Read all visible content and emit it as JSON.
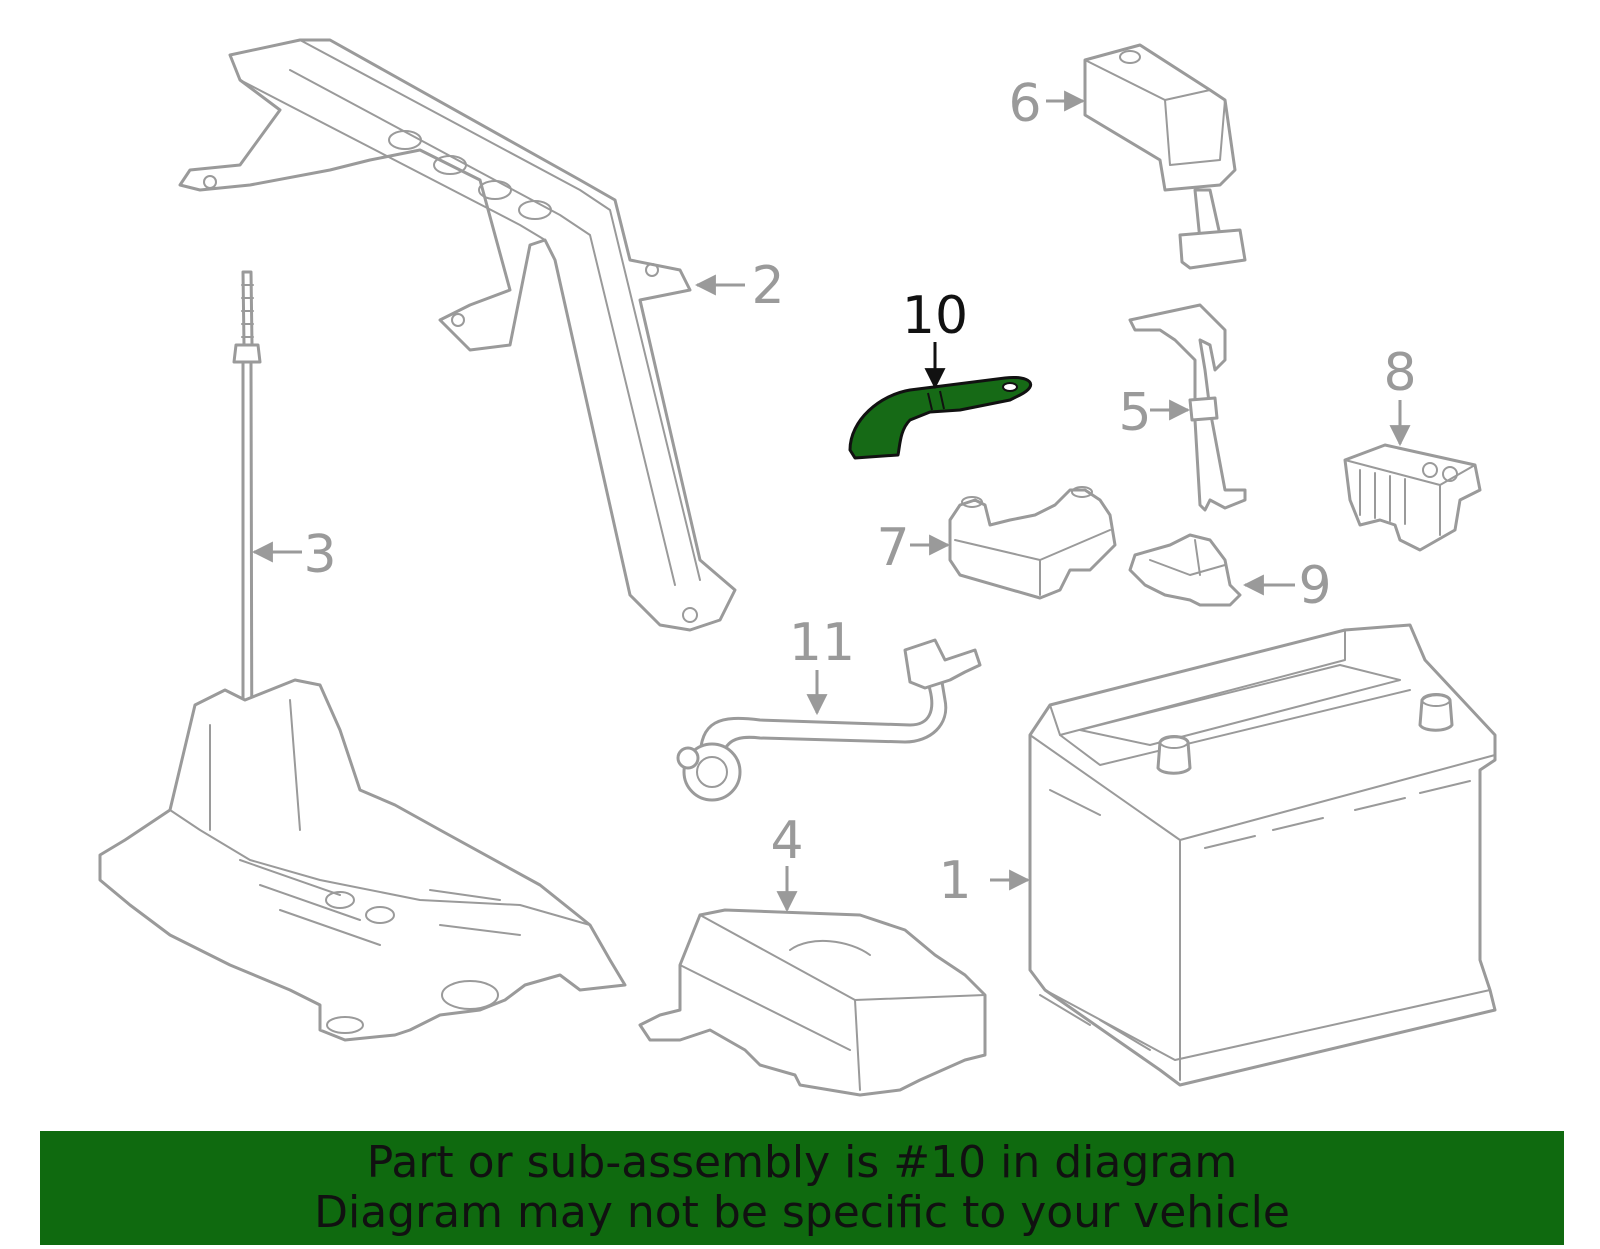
{
  "callouts": {
    "c1": "1",
    "c2": "2",
    "c3": "3",
    "c4": "4",
    "c5": "5",
    "c6": "6",
    "c7": "7",
    "c8": "8",
    "c9": "9",
    "c10": "10",
    "c11": "11"
  },
  "highlight": {
    "part_number": "10",
    "color": "#166a16"
  },
  "banner": {
    "line1": "Part or sub-assembly is #10 in diagram",
    "line2": "Diagram may not be specific to your vehicle",
    "background": "#0f6a0f"
  }
}
